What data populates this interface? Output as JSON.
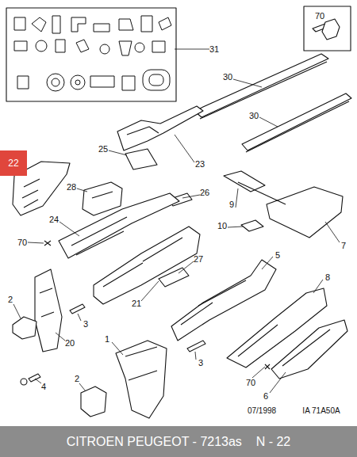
{
  "diagram": {
    "nodes": [
      {
        "text": [
          "22"
        ]
      },
      {
        "text": [
          "CITROEN PEUGEOT - 7213as    N - 22"
        ]
      }
    ],
    "labels": [
      "70",
      "31",
      "30",
      "30",
      "25",
      "23",
      "28",
      "26",
      "9",
      "24",
      "10",
      "70",
      "7",
      "5",
      "27",
      "8",
      "21",
      "2",
      "3",
      "1",
      "20",
      "3",
      "2",
      "70",
      "4",
      "6",
      "07/1998",
      "IA 71A50A"
    ]
  }
}
